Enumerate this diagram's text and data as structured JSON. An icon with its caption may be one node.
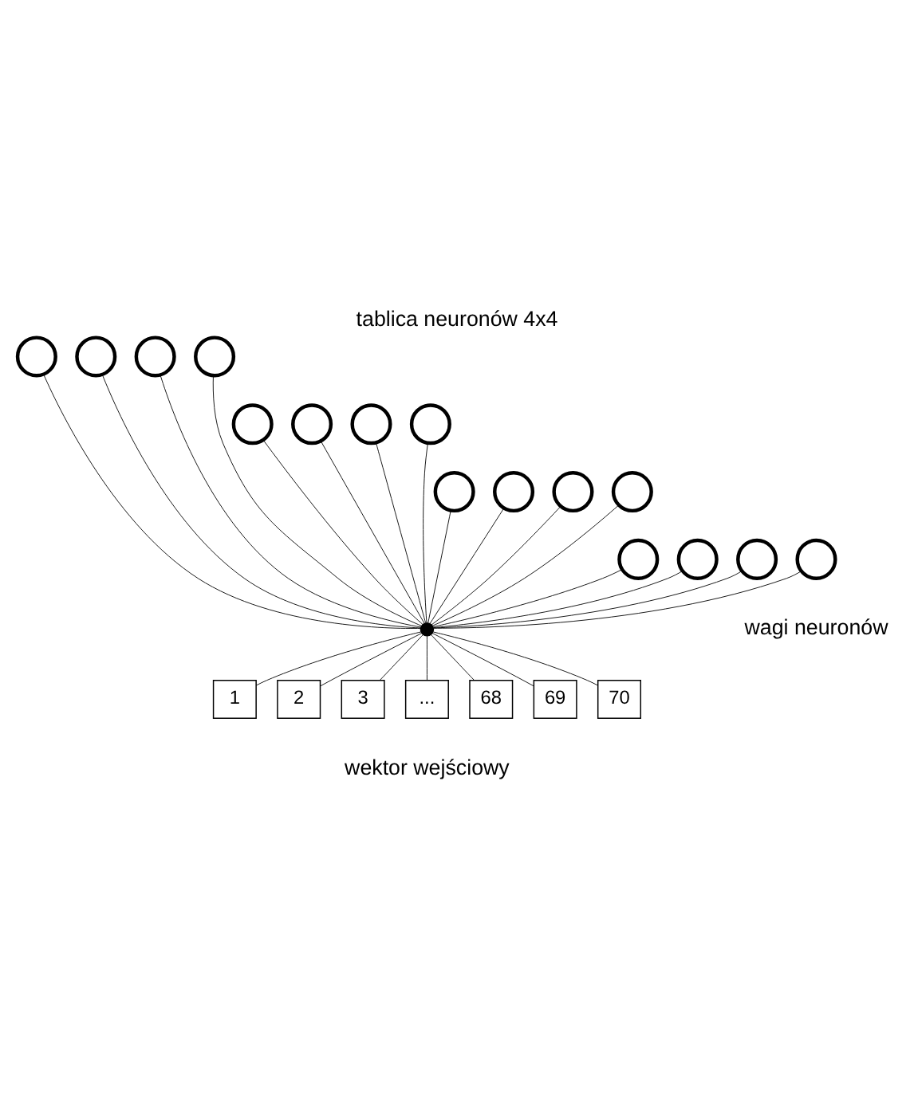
{
  "diagram": {
    "title": "tablica neuronów 4x4",
    "nodes": [
      {
        "text": [],
        "shape": "circle"
      },
      {
        "text": [],
        "shape": "circle"
      },
      {
        "text": [],
        "shape": "circle"
      },
      {
        "text": [],
        "shape": "circle"
      },
      {
        "text": [],
        "shape": "circle"
      },
      {
        "text": [],
        "shape": "circle"
      },
      {
        "text": [],
        "shape": "circle"
      },
      {
        "text": [],
        "shape": "circle"
      },
      {
        "text": [],
        "shape": "circle"
      },
      {
        "text": [],
        "shape": "circle"
      },
      {
        "text": [],
        "shape": "circle"
      },
      {
        "text": [],
        "shape": "circle"
      },
      {
        "text": [],
        "shape": "circle"
      },
      {
        "text": [],
        "shape": "circle"
      },
      {
        "text": [],
        "shape": "circle"
      },
      {
        "text": [],
        "shape": "circle"
      },
      {
        "text": [],
        "shape": "dot"
      },
      {
        "text": [
          "1"
        ]
      },
      {
        "text": [
          "2"
        ]
      },
      {
        "text": [
          "3"
        ]
      },
      {
        "text": [
          "..."
        ]
      },
      {
        "text": [
          "68"
        ]
      },
      {
        "text": [
          "69"
        ]
      },
      {
        "text": [
          "70"
        ]
      }
    ],
    "edges": [
      {
        "from": 0,
        "to": 16,
        "arrow": "none"
      },
      {
        "from": 1,
        "to": 16,
        "arrow": "none"
      },
      {
        "from": 2,
        "to": 16,
        "arrow": "none"
      },
      {
        "from": 3,
        "to": 16,
        "arrow": "none"
      },
      {
        "from": 4,
        "to": 16,
        "arrow": "none"
      },
      {
        "from": 5,
        "to": 16,
        "arrow": "none"
      },
      {
        "from": 6,
        "to": 16,
        "arrow": "none"
      },
      {
        "from": 7,
        "to": 16,
        "arrow": "none"
      },
      {
        "from": 8,
        "to": 16,
        "arrow": "none"
      },
      {
        "from": 9,
        "to": 16,
        "arrow": "none"
      },
      {
        "from": 10,
        "to": 16,
        "arrow": "none"
      },
      {
        "from": 11,
        "to": 16,
        "arrow": "none"
      },
      {
        "from": 12,
        "to": 16,
        "arrow": "none"
      },
      {
        "from": 13,
        "to": 16,
        "arrow": "none"
      },
      {
        "from": 14,
        "to": 16,
        "arrow": "none"
      },
      {
        "from": 15,
        "to": 16,
        "arrow": "none"
      },
      {
        "from": 16,
        "to": 17,
        "arrow": "none"
      },
      {
        "from": 16,
        "to": 18,
        "arrow": "none"
      },
      {
        "from": 16,
        "to": 19,
        "arrow": "none"
      },
      {
        "from": 16,
        "to": 20,
        "arrow": "none"
      },
      {
        "from": 16,
        "to": 21,
        "arrow": "none"
      },
      {
        "from": 16,
        "to": 22,
        "arrow": "none"
      },
      {
        "from": 16,
        "to": 23,
        "arrow": "none"
      }
    ],
    "labels": [
      "wagi neuronów",
      "wektor wejściowy"
    ]
  }
}
